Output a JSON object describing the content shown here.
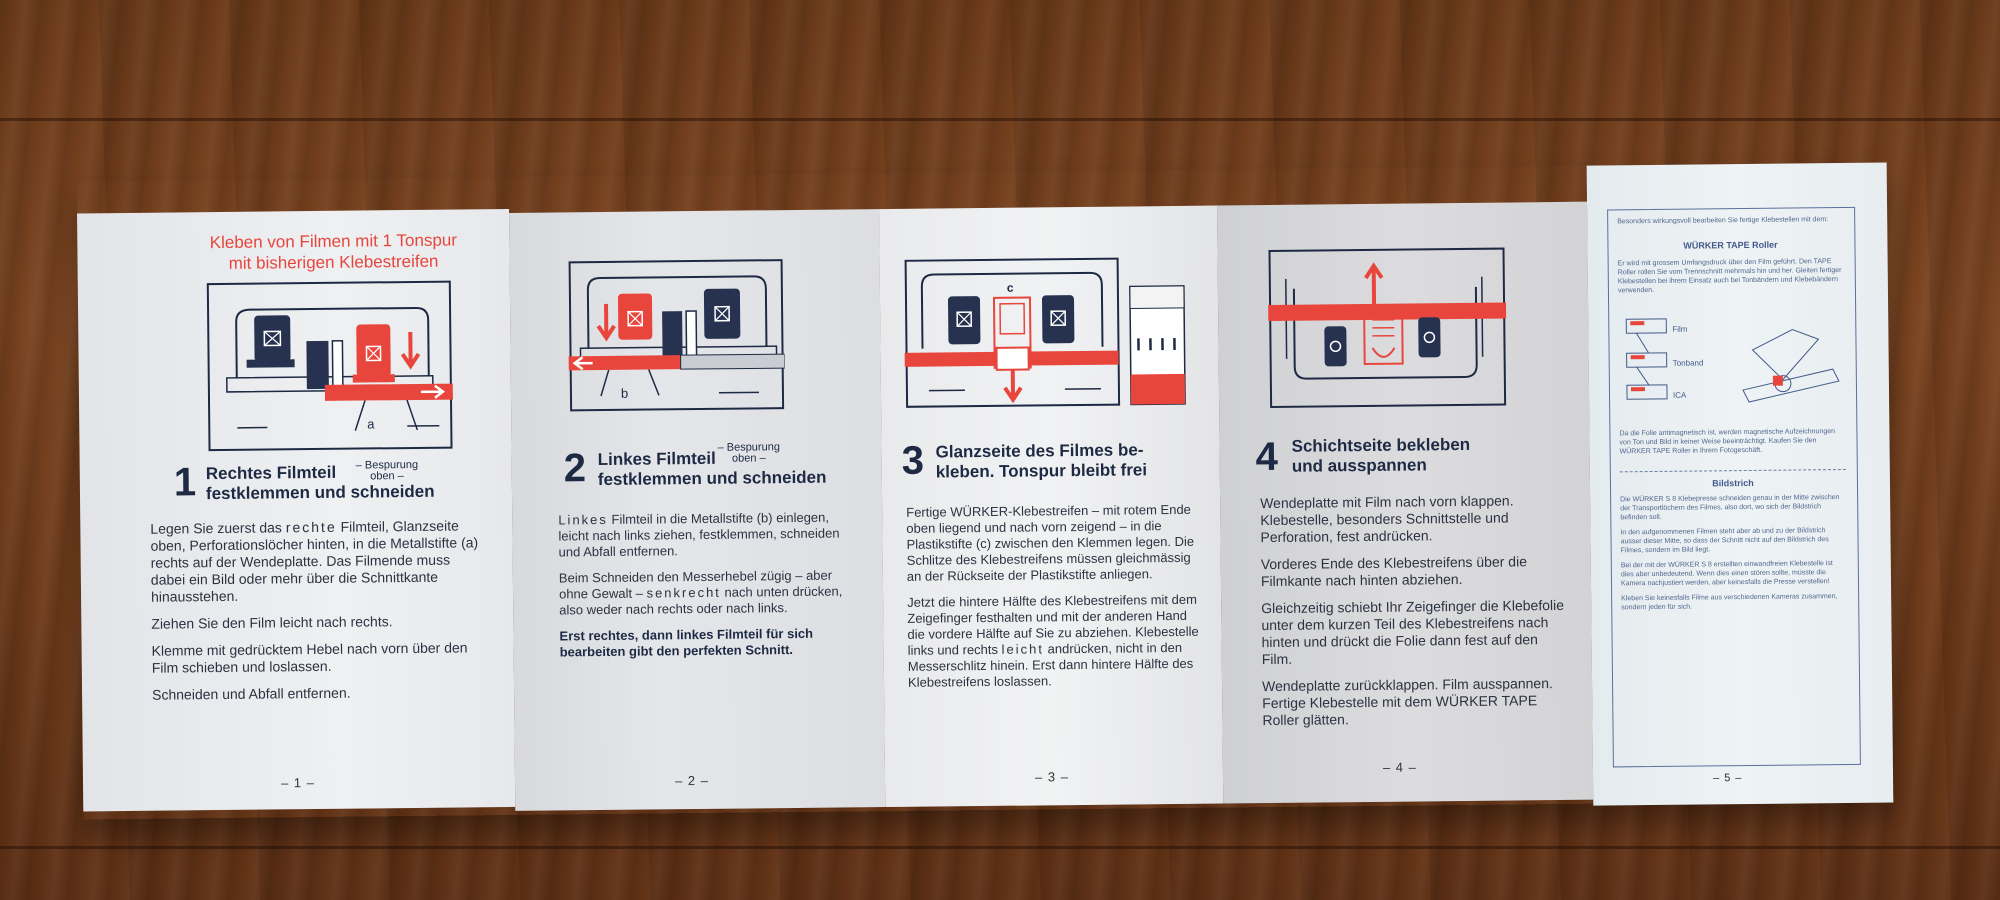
{
  "page1": {
    "title_line1": "Kleben von Filmen mit 1 Tonspur",
    "title_line2": "mit bisherigen Klebestreifen",
    "fig_label_a": "a",
    "step_number": "1",
    "heading_line1": "Rechtes Filmteil",
    "heading_line2": "festklemmen und schneiden",
    "bespurung_line1": "– Bespurung",
    "bespurung_line2": "oben –",
    "para1_pre": "Legen Sie zuerst das",
    "para1_spaced": "rechte",
    "para1_post": "Filmteil, Glanzseite oben, Perforationslöcher hinten, in die Metallstifte (a) rechts auf der Wendeplatte. Das Filmende muss dabei ein Bild oder mehr über die Schnittkante hinausstehen.",
    "para2": "Ziehen Sie den Film leicht nach rechts.",
    "para3": "Klemme mit gedrücktem Hebel nach vorn über den Film schieben und loslassen.",
    "para4": "Schneiden und Abfall entfernen.",
    "page_number": "– 1 –"
  },
  "page2": {
    "fig_label_b": "b",
    "step_number": "2",
    "heading_line1": "Linkes Filmteil",
    "heading_line2": "festklemmen und schneiden",
    "bespurung_line1": "– Bespurung",
    "bespurung_line2": "oben –",
    "para1_spaced": "Linkes",
    "para1_post": "Filmteil in die Metallstifte (b) einlegen, leicht nach links ziehen, festklemmen, schneiden und Abfall entfernen.",
    "para2_pre": "Beim Schneiden den Messerhebel zügig – aber ohne Gewalt –",
    "para2_spaced": "senkrecht",
    "para2_post": "nach unten drücken, also weder nach rechts oder nach links.",
    "para3_bold": "Erst rechtes, dann linkes Filmteil für sich bearbeiten gibt den perfekten Schnitt.",
    "page_number": "– 2 –"
  },
  "page3": {
    "fig_label_c": "c",
    "step_number": "3",
    "heading_line1": "Glanzseite des Filmes be-",
    "heading_line2": "kleben. Tonspur bleibt frei",
    "para1": "Fertige WÜRKER-Klebestreifen – mit rotem Ende oben liegend und nach vorn zeigend – in die Plastikstifte (c) zwischen den Klemmen legen. Die Schlitze des Klebestreifens müssen gleichmässig an der Rückseite der Plastikstifte anliegen.",
    "para2_pre": "Jetzt die hintere Hälfte des Klebestreifens mit dem Zeigefinger festhalten und mit der anderen Hand die vordere Hälfte auf Sie zu abziehen. Klebestelle links und rechts",
    "para2_spaced": "leicht",
    "para2_post": "andrücken, nicht in den Messerschlitz hinein. Erst dann hintere Hälfte des Klebestreifens loslassen.",
    "page_number": "– 3 –"
  },
  "page4": {
    "step_number": "4",
    "heading_line1": "Schichtseite bekleben",
    "heading_line2": "und ausspannen",
    "para1": "Wendeplatte mit Film nach vorn klappen. Klebestelle, besonders Schnittstelle und Perforation, fest andrücken.",
    "para2": "Vorderes Ende des Klebestreifens über die Filmkante nach hinten abziehen.",
    "para3": "Gleichzeitig schiebt Ihr Zeigefinger die Klebefolie unter dem kurzen Teil des Klebestreifens nach hinten und drückt die Folie dann fest auf den Film.",
    "para4": "Wendeplatte zurückklappen. Film ausspannen. Fertige Klebestelle mit dem WÜRKER TAPE Roller glätten.",
    "page_number": "– 4 –"
  },
  "page5": {
    "intro": "Besonders wirkungsvoll bearbeiten Sie fertige Klebestellen mit dem:",
    "heading": "WÜRKER TAPE Roller",
    "para1": "Er wird mit grossem Umfangsdruck über den Film geführt. Den TAPE Roller rollen Sie vom Trennschnitt mehrmals hin und her. Gleiten fertiger Klebestellen bei ihrem Einsatz auch bei Tonbändern und Klebebändern verwenden.",
    "label_film": "Film",
    "label_tonband": "Tonband",
    "label_ica": "ICA",
    "para2": "Da die Folie antimagnetisch ist, werden magnetische Aufzeichnungen von Ton und Bild in keiner Weise beeinträchtigt. Kaufen Sie den WÜRKER TAPE Roller in Ihrem Fotogeschäft.",
    "heading2": "Bildstrich",
    "para3": "Die WÜRKER S 8 Klebepresse schneiden genau in der Mitte zwischen der Transportlöchern des Filmes, also dort, wo sich der Bildstrich befinden soll.",
    "para4": "In den aufgenommenen Filmen steht aber ab und zu der Bildstrich ausser dieser Mitte, so dass der Schnitt nicht auf den Bildstrich des Filmes, sondern im Bild liegt.",
    "para5": "Bei der mit der WÜRKER S 8 erstellten einwandfreien Klebestelle ist dies aber unbedeutend. Wenn dies einen stören sollte, müsste die Kamera nachjustiert werden, aber keinesfalls die Presse verstellen!",
    "para6": "Kleben Sie keinesfalls Filme aus verschiedenen Kameras zusammen, sondern jeden für sich.",
    "page_number": "– 5 –"
  },
  "colors": {
    "accent_red": "#e8463c",
    "ink_navy": "#1e2a44",
    "paper": "#e7e8ea",
    "wood": "#6e3b1b"
  }
}
